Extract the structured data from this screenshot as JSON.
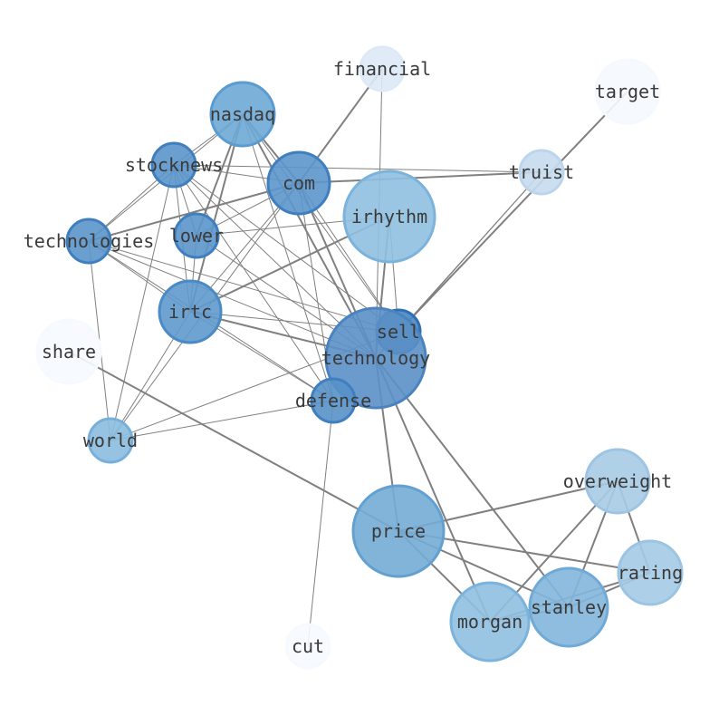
{
  "colors": {
    "edge": "#808080",
    "label": "#3a3a3a",
    "background": "#ffffff"
  },
  "nodes": [
    {
      "id": "financial",
      "label": "financial",
      "fill": "#dde9f6",
      "stroke": "#dde9f6"
    },
    {
      "id": "target",
      "label": "target",
      "fill": "#f5f9fe",
      "stroke": "#f5f9fe"
    },
    {
      "id": "nasdaq",
      "label": "nasdaq",
      "fill": "#6ea9d6",
      "stroke": "#5b9bd0"
    },
    {
      "id": "stocknews",
      "label": "stocknews",
      "fill": "#5a95ca",
      "stroke": "#3f7fbf"
    },
    {
      "id": "com",
      "label": "com",
      "fill": "#5b96cb",
      "stroke": "#3f7fbf"
    },
    {
      "id": "truist",
      "label": "truist",
      "fill": "#c6dbef",
      "stroke": "#bcd5ed"
    },
    {
      "id": "irhythm",
      "label": "irhythm",
      "fill": "#8fc0e0",
      "stroke": "#7cb3dc"
    },
    {
      "id": "technologies",
      "label": "technologies",
      "fill": "#5a95ca",
      "stroke": "#3f7fbf"
    },
    {
      "id": "lower",
      "label": "lower",
      "fill": "#5a95ca",
      "stroke": "#3f7fbf"
    },
    {
      "id": "irtc",
      "label": "irtc",
      "fill": "#5f99cc",
      "stroke": "#4a8ac5"
    },
    {
      "id": "sell",
      "label": "sell",
      "fill": "#4a86c2",
      "stroke": "#2f6fb5"
    },
    {
      "id": "share",
      "label": "share",
      "fill": "#f6faff",
      "stroke": "#f6faff"
    },
    {
      "id": "technology",
      "label": "technology",
      "fill": "#5b90c6",
      "stroke": "#4a83c0"
    },
    {
      "id": "defense",
      "label": "defense",
      "fill": "#5791c8",
      "stroke": "#3f7fbf"
    },
    {
      "id": "world",
      "label": "world",
      "fill": "#8bbddf",
      "stroke": "#76b0da"
    },
    {
      "id": "overweight",
      "label": "overweight",
      "fill": "#a7cbe5",
      "stroke": "#9dc5e3"
    },
    {
      "id": "price",
      "label": "price",
      "fill": "#74acd6",
      "stroke": "#62a0d2"
    },
    {
      "id": "rating",
      "label": "rating",
      "fill": "#a5cae5",
      "stroke": "#9bc4e3"
    },
    {
      "id": "stanley",
      "label": "stanley",
      "fill": "#82b6dd",
      "stroke": "#70a9d6"
    },
    {
      "id": "morgan",
      "label": "morgan",
      "fill": "#8fc0e0",
      "stroke": "#7cb3dc"
    },
    {
      "id": "cut",
      "label": "cut",
      "fill": "#f6faff",
      "stroke": "#f6faff"
    }
  ],
  "edges": [
    {
      "source": "financial",
      "target": "com",
      "weight": 2
    },
    {
      "source": "financial",
      "target": "technology",
      "weight": 1
    },
    {
      "source": "target",
      "target": "sell",
      "weight": 2
    },
    {
      "source": "truist",
      "target": "sell",
      "weight": 1
    },
    {
      "source": "truist",
      "target": "technology",
      "weight": 1
    },
    {
      "source": "truist",
      "target": "com",
      "weight": 2
    },
    {
      "source": "truist",
      "target": "stocknews",
      "weight": 1
    },
    {
      "source": "nasdaq",
      "target": "stocknews",
      "weight": 1
    },
    {
      "source": "nasdaq",
      "target": "com",
      "weight": 2
    },
    {
      "source": "nasdaq",
      "target": "technologies",
      "weight": 1
    },
    {
      "source": "nasdaq",
      "target": "lower",
      "weight": 2
    },
    {
      "source": "nasdaq",
      "target": "irtc",
      "weight": 2
    },
    {
      "source": "nasdaq",
      "target": "sell",
      "weight": 1
    },
    {
      "source": "nasdaq",
      "target": "technology",
      "weight": 2
    },
    {
      "source": "nasdaq",
      "target": "defense",
      "weight": 1
    },
    {
      "source": "stocknews",
      "target": "com",
      "weight": 1
    },
    {
      "source": "stocknews",
      "target": "technologies",
      "weight": 1
    },
    {
      "source": "stocknews",
      "target": "lower",
      "weight": 1
    },
    {
      "source": "stocknews",
      "target": "irtc",
      "weight": 1
    },
    {
      "source": "stocknews",
      "target": "technology",
      "weight": 1
    },
    {
      "source": "stocknews",
      "target": "sell",
      "weight": 1
    },
    {
      "source": "stocknews",
      "target": "defense",
      "weight": 1
    },
    {
      "source": "stocknews",
      "target": "world",
      "weight": 1
    },
    {
      "source": "com",
      "target": "technologies",
      "weight": 2
    },
    {
      "source": "com",
      "target": "lower",
      "weight": 1
    },
    {
      "source": "com",
      "target": "irtc",
      "weight": 1
    },
    {
      "source": "com",
      "target": "technology",
      "weight": 2
    },
    {
      "source": "com",
      "target": "sell",
      "weight": 1
    },
    {
      "source": "com",
      "target": "defense",
      "weight": 1
    },
    {
      "source": "com",
      "target": "world",
      "weight": 1
    },
    {
      "source": "irhythm",
      "target": "lower",
      "weight": 1
    },
    {
      "source": "irhythm",
      "target": "irtc",
      "weight": 2
    },
    {
      "source": "irhythm",
      "target": "technology",
      "weight": 2
    },
    {
      "source": "irhythm",
      "target": "sell",
      "weight": 1
    },
    {
      "source": "technologies",
      "target": "irtc",
      "weight": 1
    },
    {
      "source": "technologies",
      "target": "technology",
      "weight": 1
    },
    {
      "source": "technologies",
      "target": "sell",
      "weight": 1
    },
    {
      "source": "technologies",
      "target": "defense",
      "weight": 1
    },
    {
      "source": "technologies",
      "target": "world",
      "weight": 1
    },
    {
      "source": "lower",
      "target": "irtc",
      "weight": 1
    },
    {
      "source": "lower",
      "target": "technology",
      "weight": 1
    },
    {
      "source": "irtc",
      "target": "technology",
      "weight": 2
    },
    {
      "source": "irtc",
      "target": "sell",
      "weight": 1
    },
    {
      "source": "irtc",
      "target": "defense",
      "weight": 1
    },
    {
      "source": "irtc",
      "target": "world",
      "weight": 1
    },
    {
      "source": "sell",
      "target": "technology",
      "weight": 1
    },
    {
      "source": "sell",
      "target": "world",
      "weight": 1
    },
    {
      "source": "defense",
      "target": "world",
      "weight": 1
    },
    {
      "source": "defense",
      "target": "cut",
      "weight": 1
    },
    {
      "source": "share",
      "target": "price",
      "weight": 2
    },
    {
      "source": "technology",
      "target": "price",
      "weight": 2
    },
    {
      "source": "technology",
      "target": "morgan",
      "weight": 2
    },
    {
      "source": "technology",
      "target": "stanley",
      "weight": 2
    },
    {
      "source": "price",
      "target": "overweight",
      "weight": 2
    },
    {
      "source": "price",
      "target": "rating",
      "weight": 2
    },
    {
      "source": "price",
      "target": "morgan",
      "weight": 2
    },
    {
      "source": "price",
      "target": "stanley",
      "weight": 2
    },
    {
      "source": "overweight",
      "target": "morgan",
      "weight": 2
    },
    {
      "source": "overweight",
      "target": "stanley",
      "weight": 2
    },
    {
      "source": "overweight",
      "target": "rating",
      "weight": 2
    },
    {
      "source": "rating",
      "target": "morgan",
      "weight": 2
    },
    {
      "source": "rating",
      "target": "stanley",
      "weight": 2
    },
    {
      "source": "morgan",
      "target": "stanley",
      "weight": 2
    }
  ]
}
